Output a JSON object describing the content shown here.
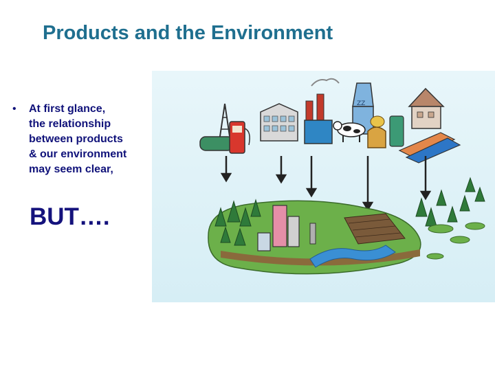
{
  "slide": {
    "title": "Products and the Environment",
    "bullet": {
      "symbol": "•",
      "text": "At first glance,\nthe relationship\nbetween products\n& our environment\nmay seem clear,"
    },
    "emphasis": "BUT….",
    "colors": {
      "title": "#1f6f8f",
      "body_text": "#10127a",
      "illustration_bg": "#dff2f7"
    },
    "illustration": {
      "icons": [
        "oil-derrick-icon",
        "gas-pump-icon",
        "factory-building-icon",
        "smokestack-icon",
        "milk-carton-icon",
        "cow-icon",
        "bread-icon",
        "house-icon",
        "clothing-icon",
        "down-arrow-icon",
        "forest-icon",
        "river-icon",
        "farmland-icon",
        "city-icon"
      ]
    }
  }
}
